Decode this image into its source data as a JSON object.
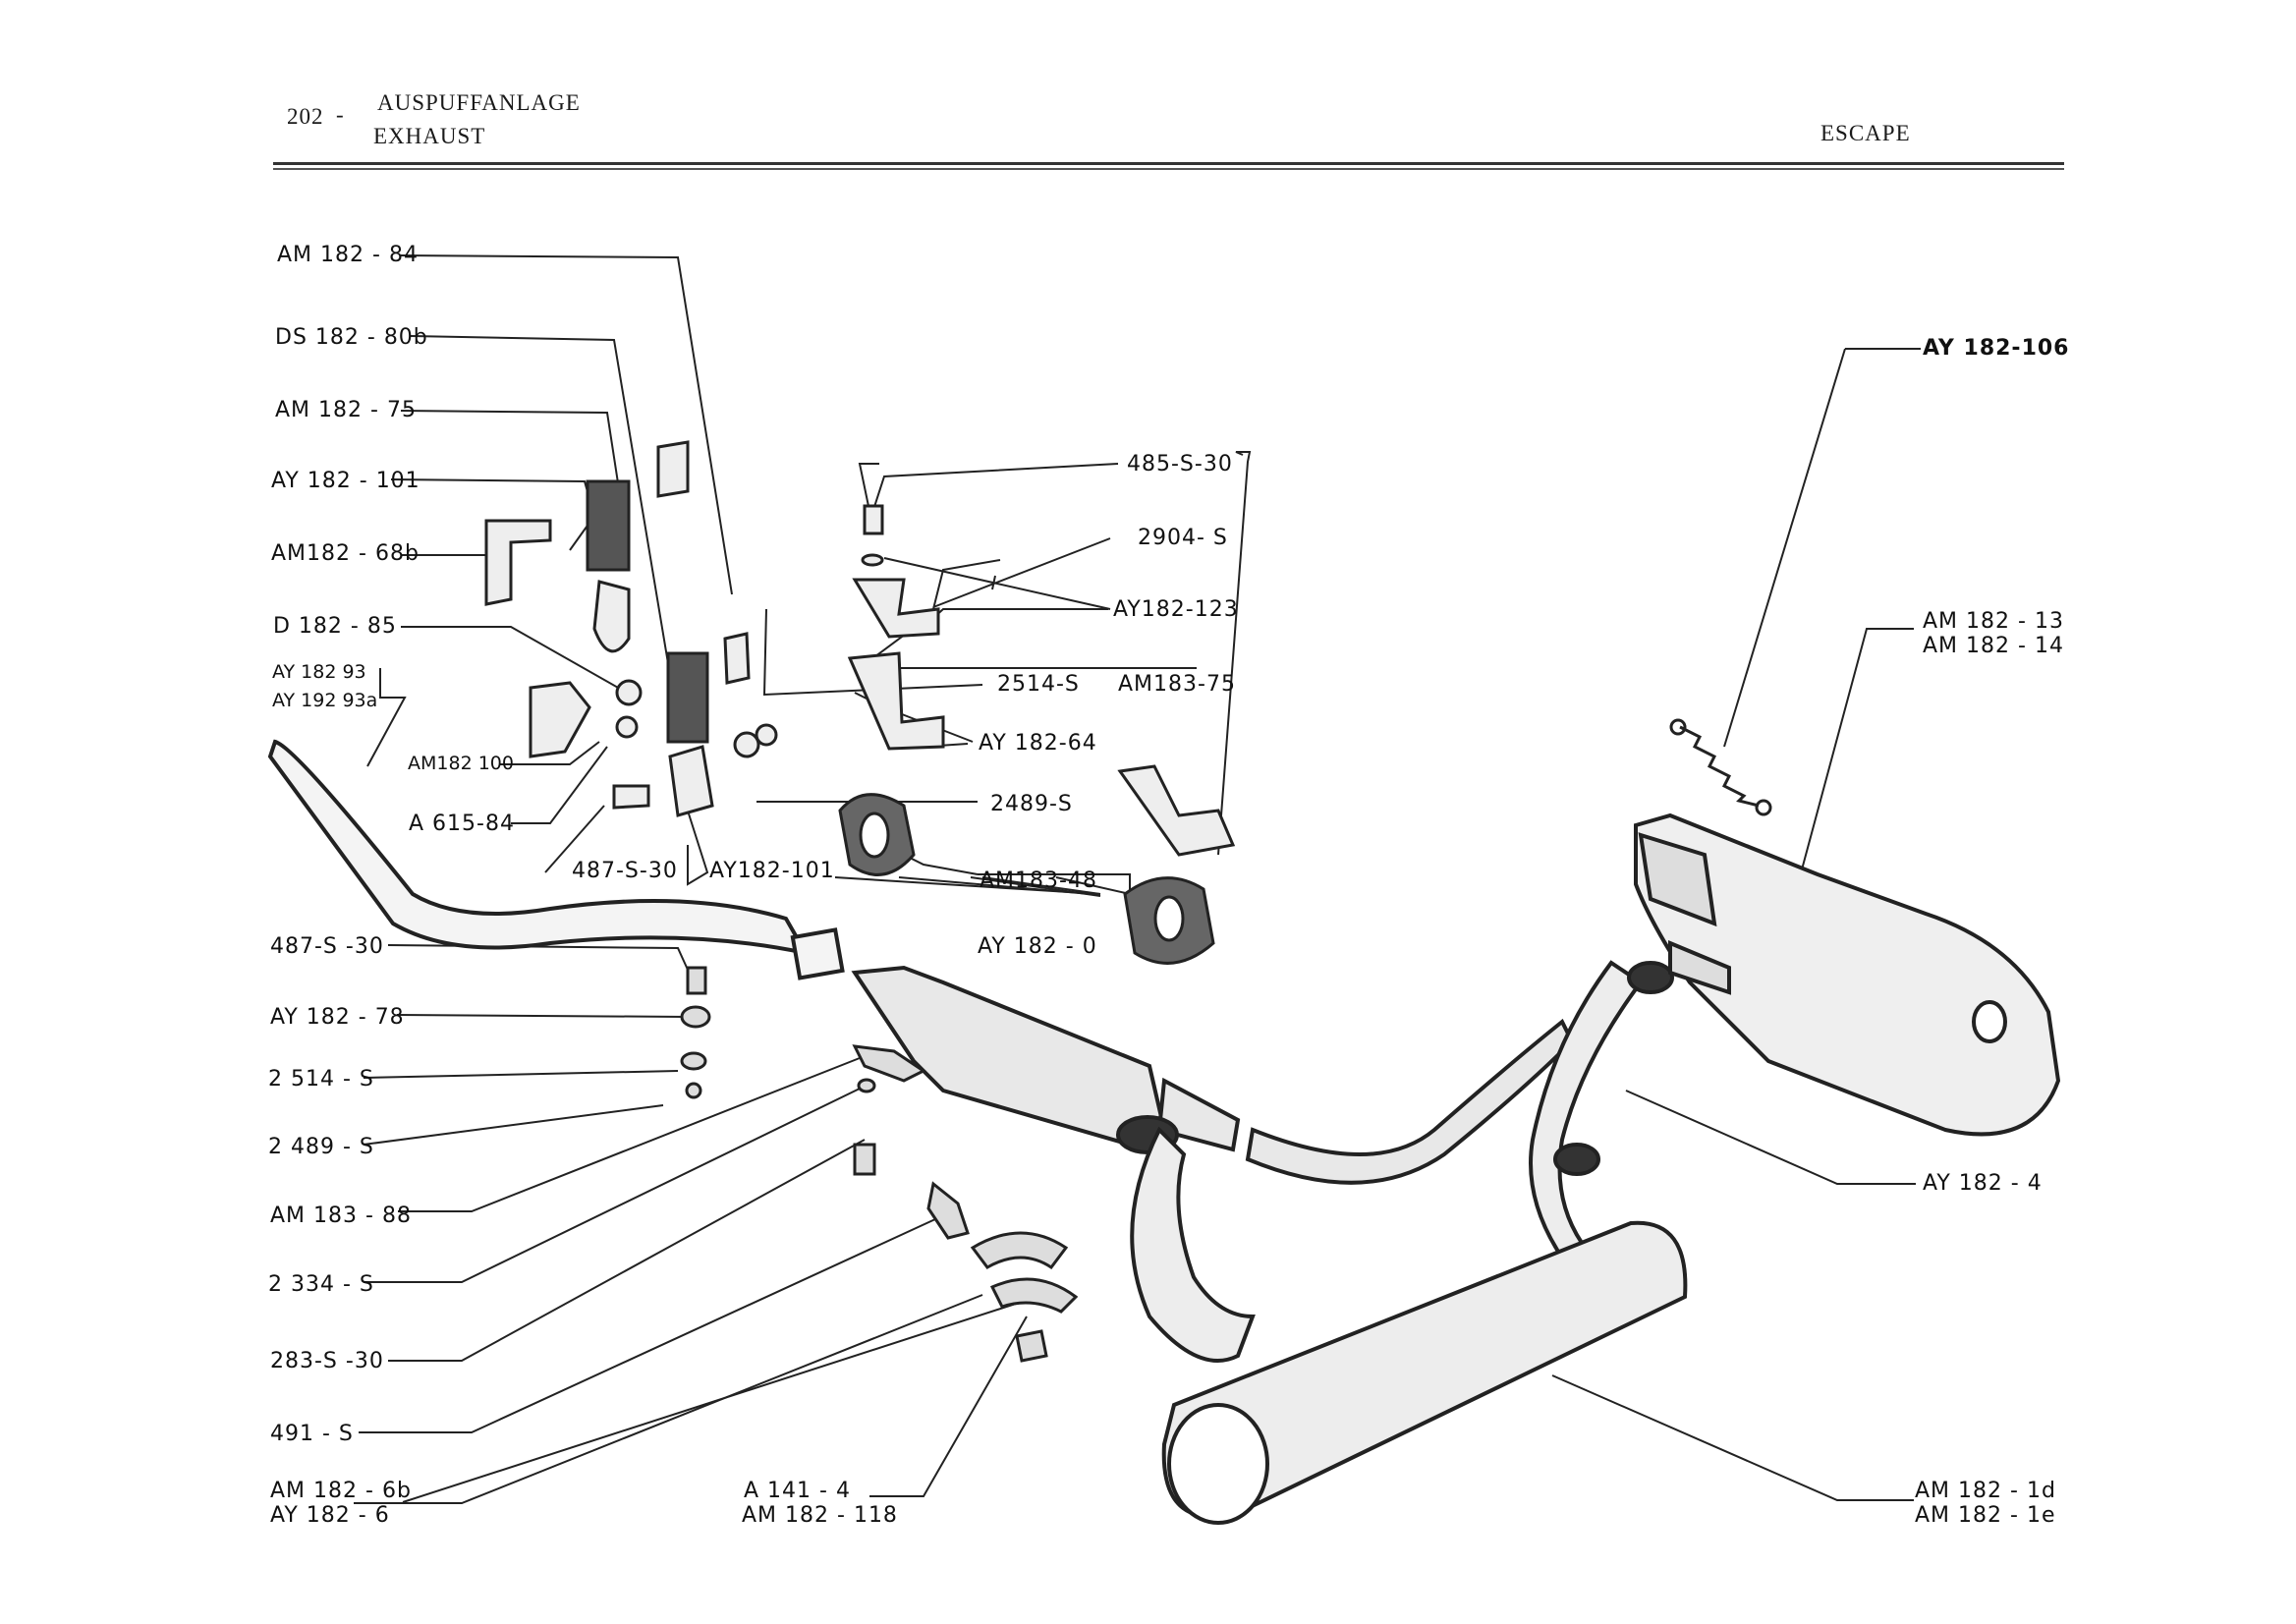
{
  "header": {
    "page_number": "202",
    "dash": "-",
    "title_de": "AUSPUFFANLAGE",
    "title_en": "EXHAUST",
    "title_fr": "ESCAPE"
  },
  "labels": {
    "am182_84": "AM 182 - 84",
    "ds182_80b": "DS 182 - 80b",
    "am182_75": "AM 182 - 75",
    "ay182_101_a": "AY 182 - 101",
    "am182_68b": "AM182 - 68b",
    "d182_85": "D  182 - 85",
    "ay182_93": "AY 182 93",
    "ay192_93a": "AY 192 93a",
    "am182_100": "AM182 100",
    "a615_84": "A 615-84",
    "s487_30_a": "487-S-30",
    "ay182_101_b": "AY182-101",
    "s485_30": "485-S-30",
    "s2904": "2904- S",
    "ay182_123": "AY182-123",
    "s2514_a": "2514-S",
    "am183_75": "AM183-75",
    "ay182_64": "AY  182-64",
    "s2489_a": "2489-S",
    "am183_48": "AM183-48",
    "ay182_0": "AY 182 - 0",
    "s487_30_b": "487-S -30",
    "ay182_78": "AY 182  - 78",
    "s2514_b": "2 514 - S",
    "s2489_b": "2 489 - S",
    "am183_88": "AM 183 - 88",
    "s2334": "2 334 - S",
    "s283_30": "283-S -30",
    "s491": "491 - S",
    "am182_6b": "AM 182 - 6b",
    "ay182_6": "AY  182 - 6",
    "a141_4": "A    141 - 4",
    "am182_118": "AM 182 - 118",
    "ay182_106": "AY 182-106",
    "am182_13": "AM 182 - 13",
    "am182_14": "AM 182 - 14",
    "ay182_4": "AY  182 - 4",
    "am182_1d": "AM 182 - 1d",
    "am182_1e": "AM 182 - 1e"
  }
}
